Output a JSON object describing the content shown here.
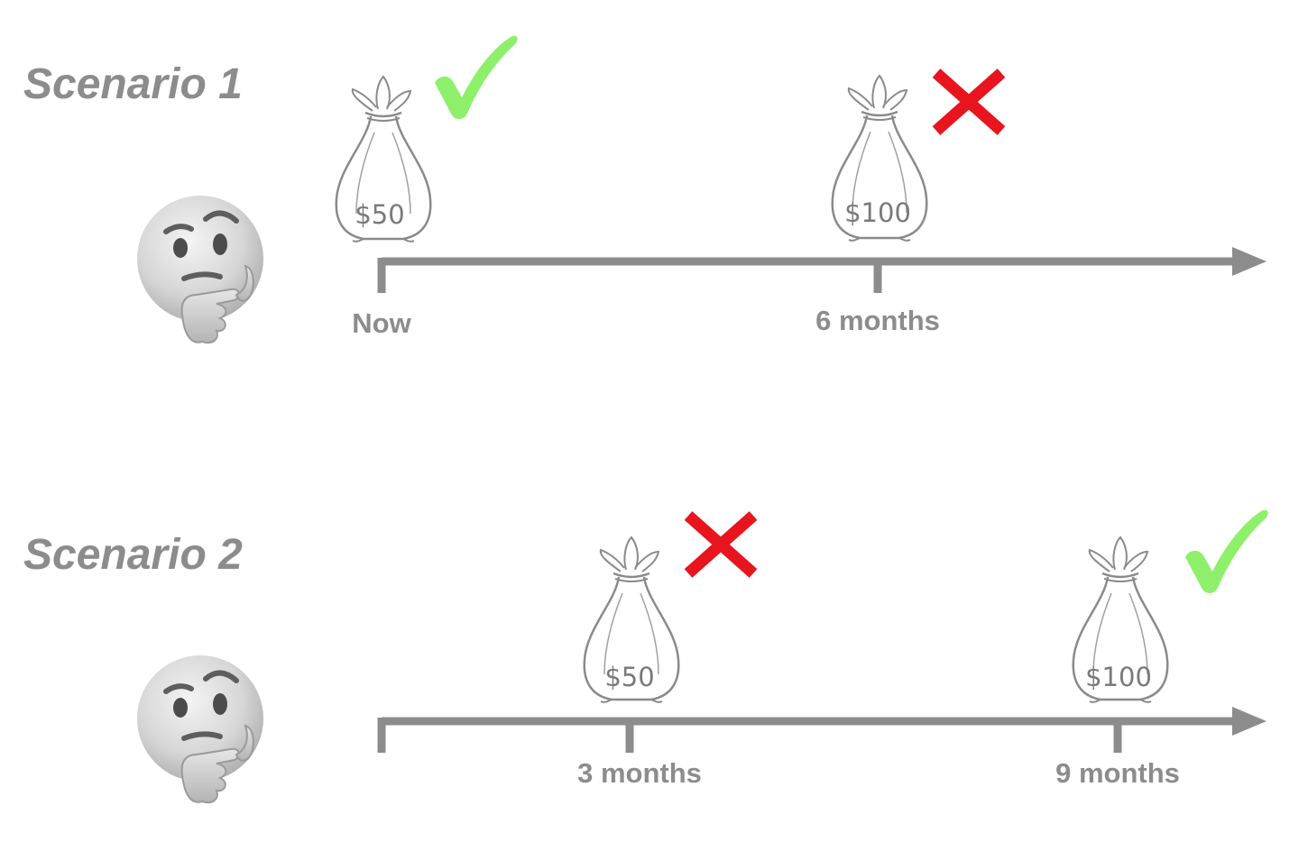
{
  "scenarios": [
    {
      "title": "Scenario 1",
      "ticks": [
        "Now",
        "6 months"
      ],
      "options": [
        {
          "amount": "$50",
          "choice": "check-icon"
        },
        {
          "amount": "$100",
          "choice": "cross-icon"
        }
      ]
    },
    {
      "title": "Scenario 2",
      "ticks": [
        "3 months",
        "9 months"
      ],
      "options": [
        {
          "amount": "$50",
          "choice": "cross-icon"
        },
        {
          "amount": "$100",
          "choice": "check-icon"
        }
      ]
    }
  ],
  "colors": {
    "timeline": "#8c8c8c",
    "text": "#8c8c8c",
    "check": "#8ef06a",
    "cross": "#e8141e",
    "bag_stroke": "#8a8a8a"
  }
}
